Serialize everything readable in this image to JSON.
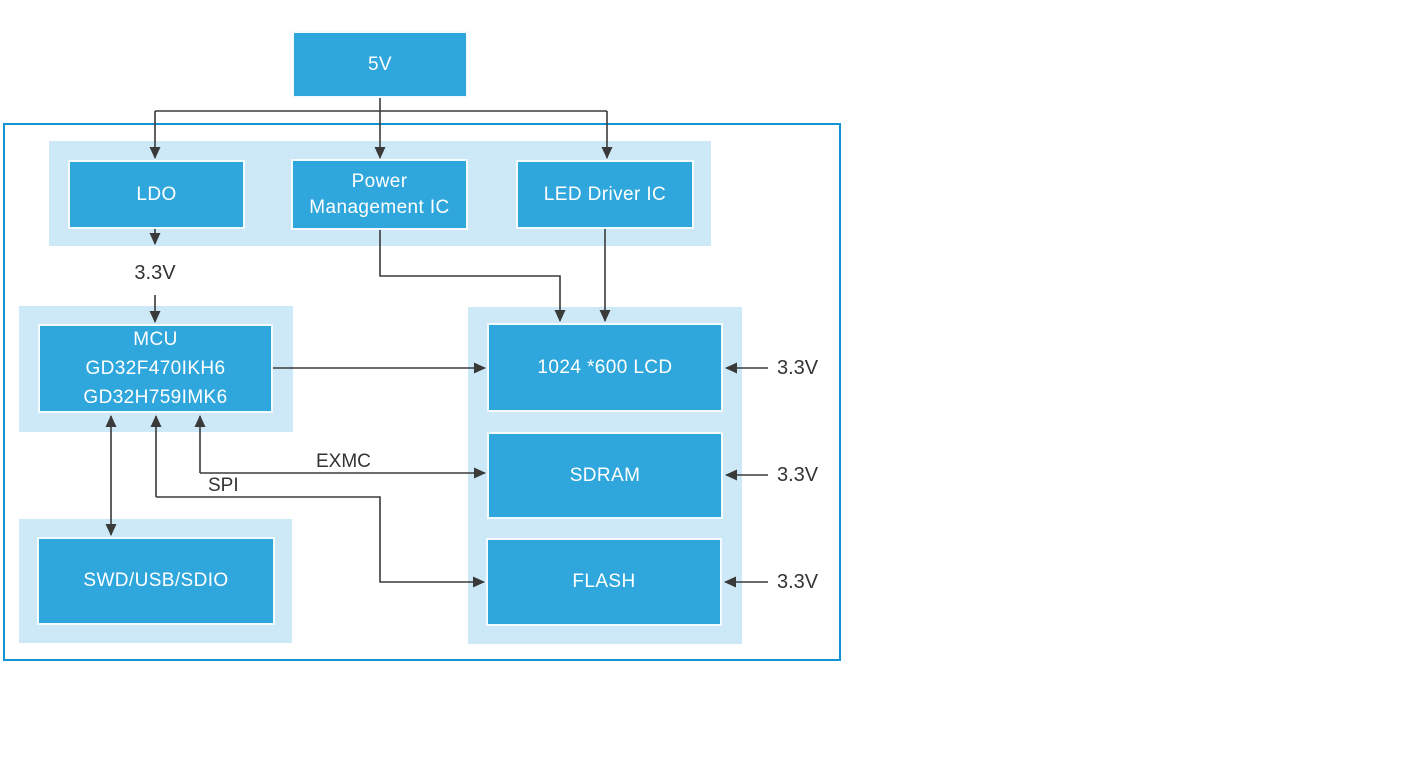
{
  "diagram": {
    "title_semantic": "LCD evaluation board power and bus block diagram",
    "nodes": {
      "supply_5v": "5V",
      "ldo": "LDO",
      "pmic_line1": "Power",
      "pmic_line2": "Management IC",
      "led_driver": "LED Driver IC",
      "mcu_line1": "MCU",
      "mcu_line2": "GD32F470IKH6",
      "mcu_line3": "GD32H759IMK6",
      "swd": "SWD/USB/SDIO",
      "lcd": "1024 *600 LCD",
      "sdram": "SDRAM",
      "flash": "FLASH"
    },
    "labels": {
      "ldo_output_voltage": "3.3V",
      "exmc_bus": "EXMC",
      "spi_bus": "SPI",
      "lcd_supply": "3.3V",
      "sdram_supply": "3.3V",
      "flash_supply": "3.3V"
    },
    "colors": {
      "node-fill": "#2FA7DD",
      "container-fill": "#CDE8F6",
      "frame-border": "#1493D4",
      "line-color": "#3A3A3A",
      "node-text": "#FFFFFF",
      "label-text": "#333333"
    }
  }
}
